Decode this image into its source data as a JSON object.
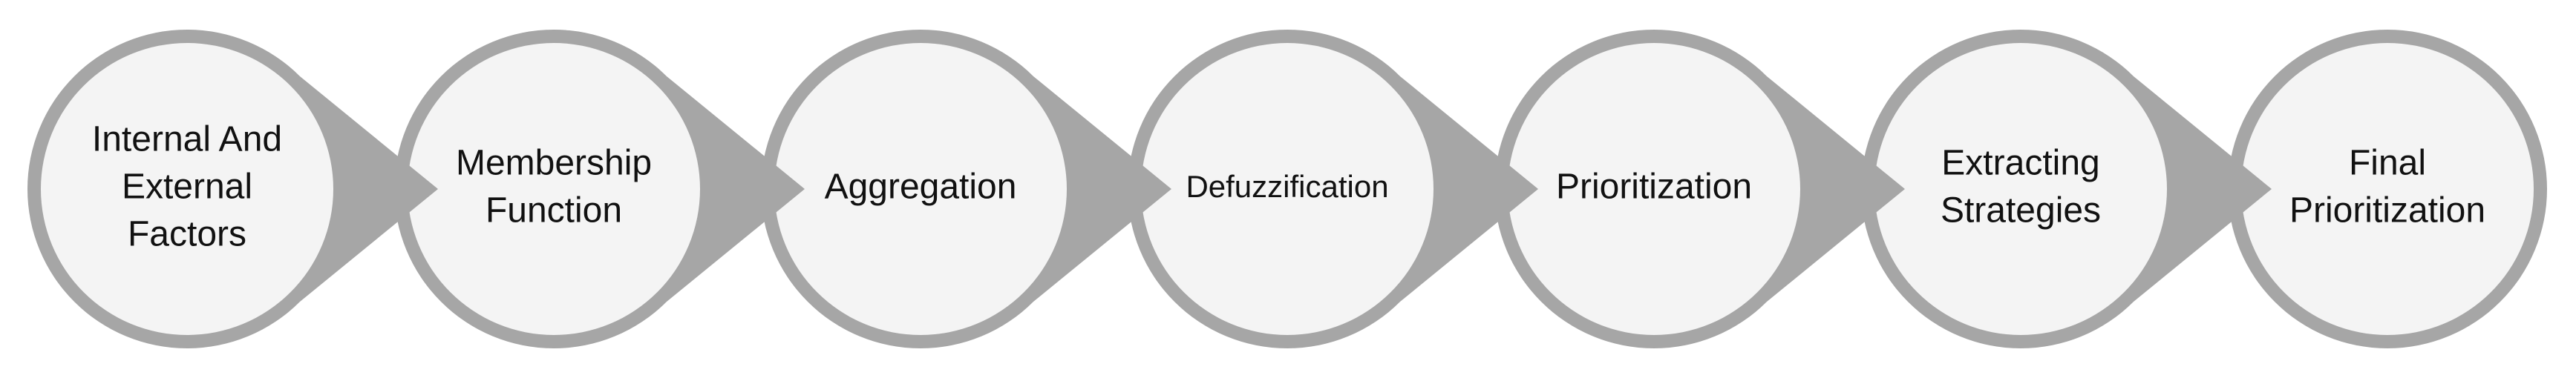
{
  "diagram": {
    "steps": [
      {
        "lines": [
          "Internal And",
          "External",
          "Factors"
        ]
      },
      {
        "lines": [
          "Membership",
          "Function"
        ]
      },
      {
        "lines": [
          "Aggregation"
        ]
      },
      {
        "lines": [
          "Defuzzification"
        ]
      },
      {
        "lines": [
          "Prioritization"
        ]
      },
      {
        "lines": [
          "Extracting",
          "Strategies"
        ]
      },
      {
        "lines": [
          "Final",
          "Prioritization"
        ]
      }
    ]
  },
  "colors": {
    "ring": "#a6a6a6",
    "fill": "#f4f4f4",
    "text": "#111111"
  }
}
